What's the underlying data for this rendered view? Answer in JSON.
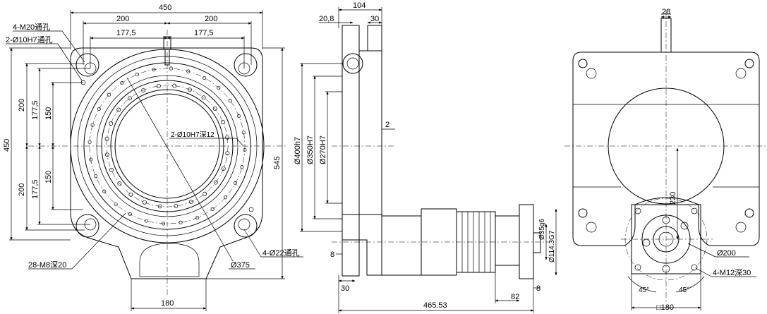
{
  "front_view": {
    "top_width": "450",
    "half_left": "200",
    "half_right": "200",
    "inner_left": "177,5",
    "inner_right": "177,5",
    "left_height": "450",
    "left_200_top": "200",
    "left_177_top": "177,5",
    "left_150_top": "150",
    "left_200_bot": "200",
    "left_177_bot": "177,5",
    "left_150_bot": "150",
    "right_height": "545",
    "bottom_width": "180",
    "diameter_375": "Ø375",
    "callout_m20": "4-M20通孔",
    "callout_pin": "2-Ø10H7通孔",
    "callout_pin_depth": "2-Ø10H7深12",
    "callout_m8": "28-M8深20",
    "callout_hole22": "4-Ø22通孔"
  },
  "side_view": {
    "top_104": "104",
    "top_20_8": "20,8",
    "top_30": "30",
    "dia_400": "Ø400h7",
    "dia_350": "Ø350H7",
    "dia_270": "Ø270H7",
    "gap_2": "2",
    "left_8": "8",
    "bottom_30": "30",
    "total_length": "465.53",
    "motor_82": "82",
    "motor_8": "8",
    "shaft_dia": "Ø35g6",
    "spigot_dia": "Ø114.3G7"
  },
  "rear_view": {
    "top_28": "28",
    "dim_230": "230",
    "dia_200": "Ø200",
    "callout_m12": "4-M12深30",
    "angle_left": "45°",
    "angle_right": "45°",
    "square_180": "□180"
  }
}
